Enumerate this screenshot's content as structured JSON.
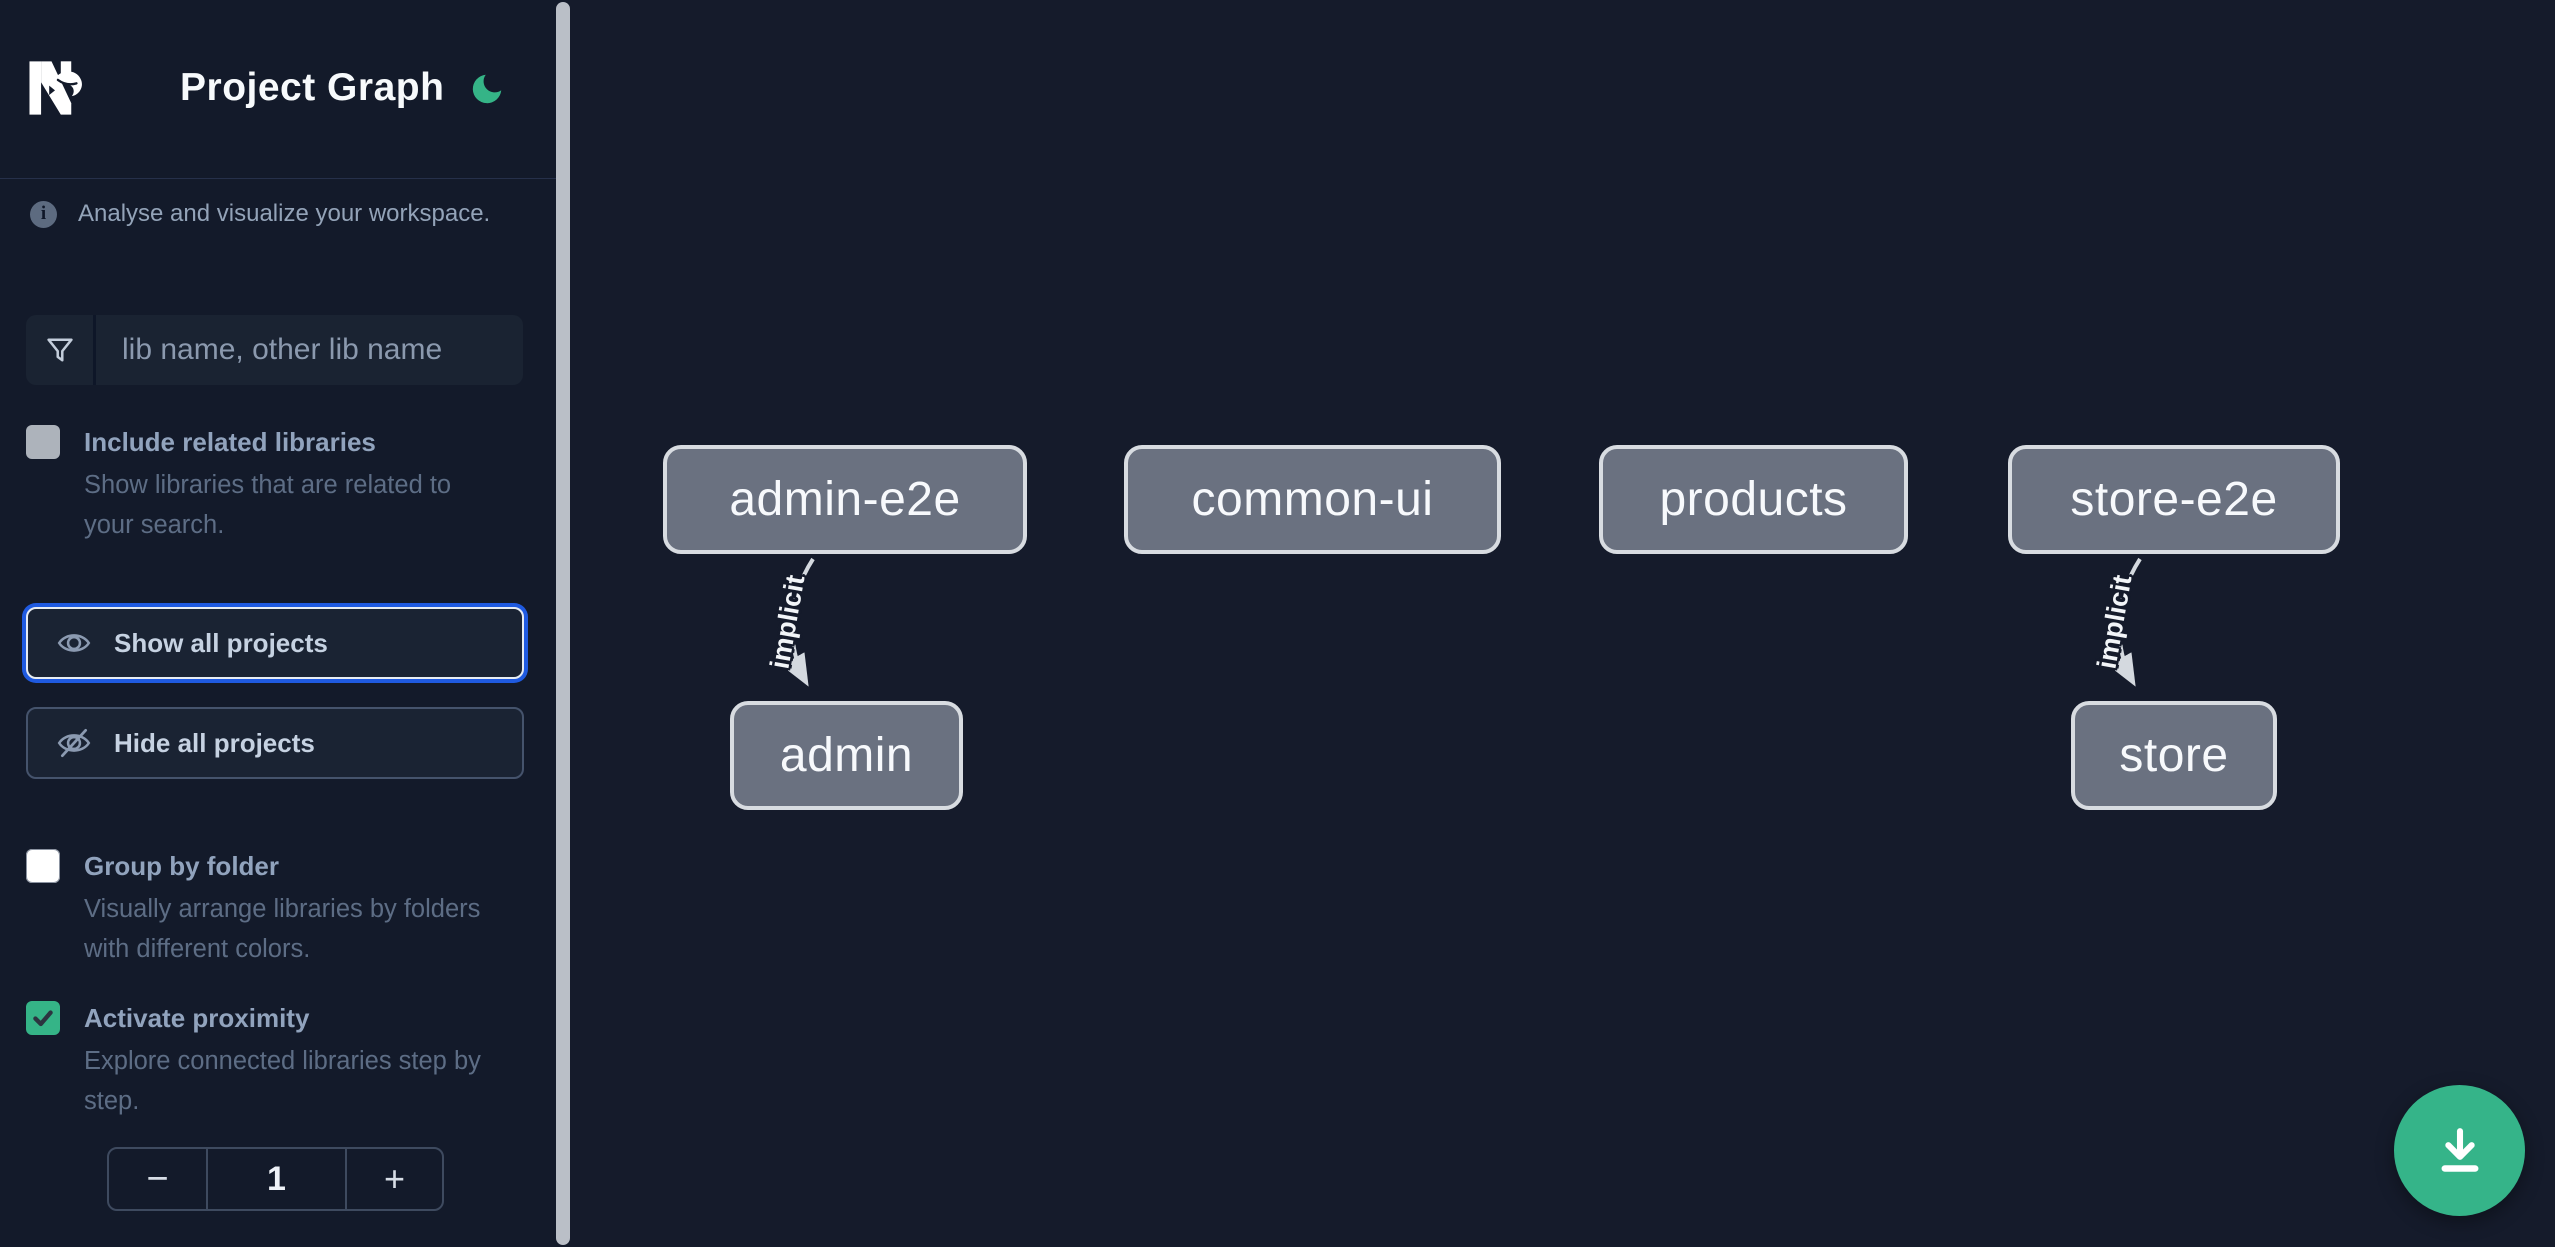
{
  "app": {
    "name": "Nx",
    "title": "Project Graph"
  },
  "sidebar": {
    "intro": "Analyse and visualize your workspace.",
    "search": {
      "placeholder": "lib name, other lib name",
      "value": ""
    },
    "include_related": {
      "label": "Include related libraries",
      "description": "Show libraries that are related to your search.",
      "checked": false
    },
    "show_all_label": "Show all projects",
    "hide_all_label": "Hide all projects",
    "group_by_folder": {
      "label": "Group by folder",
      "description": "Visually arrange libraries by folders with different colors.",
      "checked": false
    },
    "proximity": {
      "label": "Activate proximity",
      "description": "Explore connected libraries step by step.",
      "checked": true,
      "depth_value": "1",
      "decrement_label": "−",
      "increment_label": "+"
    }
  },
  "graph": {
    "nodes": [
      {
        "id": "admin-e2e",
        "label": "admin-e2e"
      },
      {
        "id": "common-ui",
        "label": "common-ui"
      },
      {
        "id": "products",
        "label": "products"
      },
      {
        "id": "store-e2e",
        "label": "store-e2e"
      },
      {
        "id": "admin",
        "label": "admin"
      },
      {
        "id": "store",
        "label": "store"
      }
    ],
    "edges": [
      {
        "from": "admin-e2e",
        "to": "admin",
        "label": "implicit"
      },
      {
        "from": "store-e2e",
        "to": "store",
        "label": "implicit"
      }
    ]
  },
  "colors": {
    "accent_green": "#35b487",
    "focus_blue": "#1f5ae0",
    "node_fill": "#6a7180",
    "node_border": "#d8dce1",
    "sidebar_bg": "#131a2a",
    "canvas_bg": "#151b2b"
  }
}
